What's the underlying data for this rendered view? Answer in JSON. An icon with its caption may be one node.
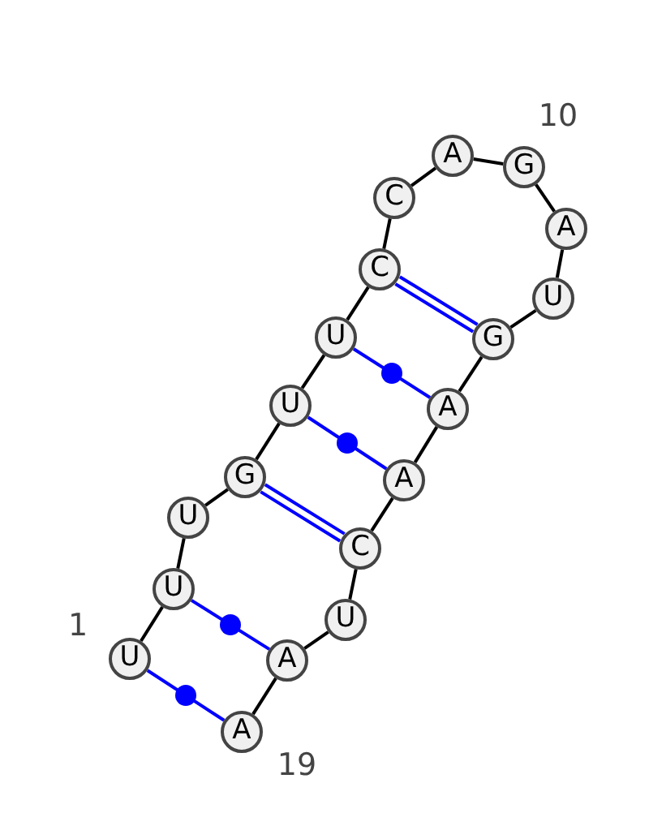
{
  "diagram": {
    "nodes": [
      {
        "text": [
          "U"
        ],
        "beside": [
          "1"
        ]
      },
      {
        "text": [
          "U"
        ]
      },
      {
        "text": [
          "U"
        ]
      },
      {
        "text": [
          "G"
        ]
      },
      {
        "text": [
          "U"
        ]
      },
      {
        "text": [
          "U"
        ]
      },
      {
        "text": [
          "C"
        ]
      },
      {
        "text": [
          "C"
        ]
      },
      {
        "text": [
          "A"
        ]
      },
      {
        "text": [
          "G"
        ],
        "beside": [
          "10"
        ]
      },
      {
        "text": [
          "A"
        ]
      },
      {
        "text": [
          "U"
        ]
      },
      {
        "text": [
          "G"
        ]
      },
      {
        "text": [
          "A"
        ]
      },
      {
        "text": [
          "A"
        ]
      },
      {
        "text": [
          "C"
        ]
      },
      {
        "text": [
          "U"
        ]
      },
      {
        "text": [
          "A"
        ]
      },
      {
        "text": [
          "A"
        ],
        "beside": [
          "19"
        ]
      }
    ],
    "edges": [
      {
        "from": 0,
        "to": 1,
        "arrow": "none"
      },
      {
        "from": 1,
        "to": 2,
        "arrow": "none"
      },
      {
        "from": 2,
        "to": 3,
        "arrow": "none"
      },
      {
        "from": 3,
        "to": 4,
        "arrow": "none"
      },
      {
        "from": 4,
        "to": 5,
        "arrow": "none"
      },
      {
        "from": 5,
        "to": 6,
        "arrow": "none"
      },
      {
        "from": 6,
        "to": 7,
        "arrow": "none"
      },
      {
        "from": 7,
        "to": 8,
        "arrow": "none"
      },
      {
        "from": 8,
        "to": 9,
        "arrow": "none"
      },
      {
        "from": 9,
        "to": 10,
        "arrow": "none"
      },
      {
        "from": 10,
        "to": 11,
        "arrow": "none"
      },
      {
        "from": 11,
        "to": 12,
        "arrow": "none"
      },
      {
        "from": 12,
        "to": 13,
        "arrow": "none"
      },
      {
        "from": 13,
        "to": 14,
        "arrow": "none"
      },
      {
        "from": 14,
        "to": 15,
        "arrow": "none"
      },
      {
        "from": 15,
        "to": 16,
        "arrow": "none"
      },
      {
        "from": 16,
        "to": 17,
        "arrow": "none"
      },
      {
        "from": 17,
        "to": 18,
        "arrow": "none"
      },
      {
        "from": 0,
        "to": 18,
        "arrow": "none",
        "color": "#0000ff"
      },
      {
        "from": 1,
        "to": 17,
        "arrow": "none",
        "color": "#0000ff"
      },
      {
        "from": 3,
        "to": 15,
        "arrow": "none",
        "color": "#0000ff"
      },
      {
        "from": 4,
        "to": 14,
        "arrow": "none",
        "color": "#0000ff"
      },
      {
        "from": 5,
        "to": 13,
        "arrow": "none",
        "color": "#0000ff"
      },
      {
        "from": 6,
        "to": 12,
        "arrow": "none",
        "color": "#0000ff"
      }
    ]
  }
}
